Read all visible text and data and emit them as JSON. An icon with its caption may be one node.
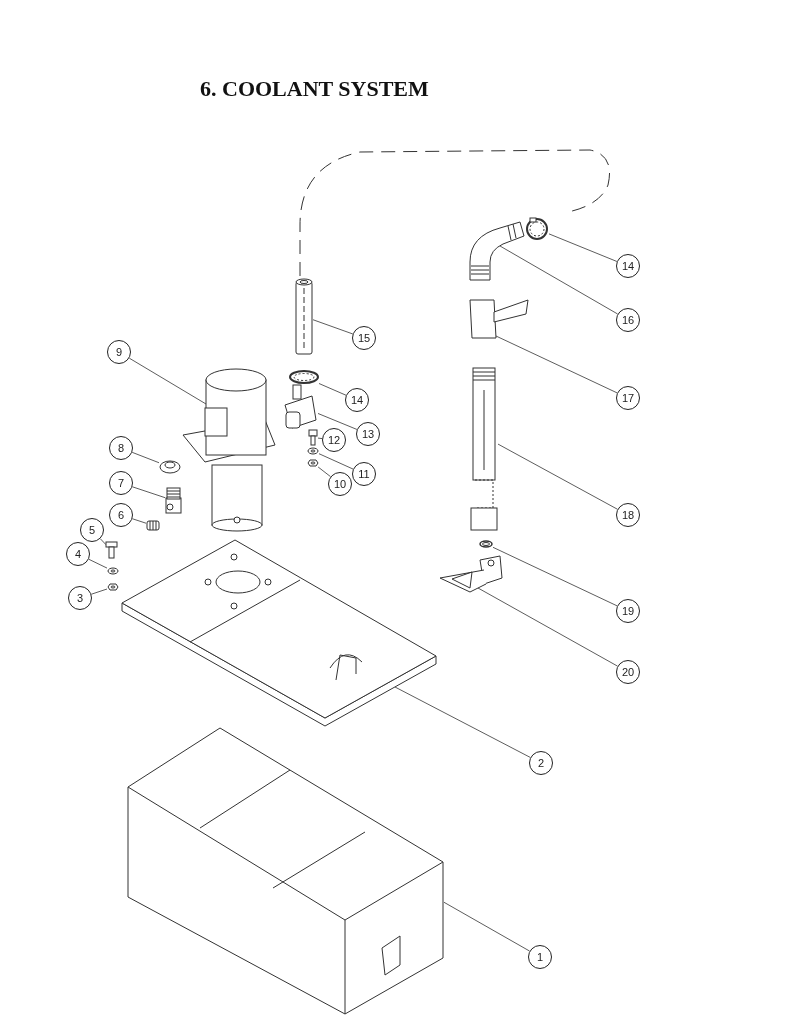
{
  "diagram": {
    "title": "6. COOLANT SYSTEM",
    "nodes": [
      {
        "text": [
          "14"
        ]
      },
      {
        "text": [
          "16"
        ]
      },
      {
        "text": [
          "15"
        ]
      },
      {
        "text": [
          "9"
        ]
      },
      {
        "text": [
          "17"
        ]
      },
      {
        "text": [
          "14"
        ]
      },
      {
        "text": [
          "13"
        ]
      },
      {
        "text": [
          "12"
        ]
      },
      {
        "text": [
          "11"
        ]
      },
      {
        "text": [
          "10"
        ]
      },
      {
        "text": [
          "8"
        ]
      },
      {
        "text": [
          "7"
        ]
      },
      {
        "text": [
          "6"
        ]
      },
      {
        "text": [
          "18"
        ]
      },
      {
        "text": [
          "5"
        ]
      },
      {
        "text": [
          "4"
        ]
      },
      {
        "text": [
          "3"
        ]
      },
      {
        "text": [
          "19"
        ]
      },
      {
        "text": [
          "20"
        ]
      },
      {
        "text": [
          "2"
        ]
      },
      {
        "text": [
          "1"
        ]
      },
      {
        "text": [],
        "shape": "picture"
      },
      {
        "text": [],
        "shape": "picture"
      },
      {
        "text": [],
        "shape": "picture"
      },
      {
        "text": [],
        "shape": "picture"
      },
      {
        "text": [],
        "shape": "picture"
      },
      {
        "text": [],
        "shape": "picture"
      },
      {
        "text": [],
        "shape": "picture"
      },
      {
        "text": [],
        "shape": "picture"
      },
      {
        "text": [],
        "shape": "picture"
      },
      {
        "text": [],
        "shape": "picture"
      },
      {
        "text": [],
        "shape": "picture"
      },
      {
        "text": [],
        "shape": "picture"
      },
      {
        "text": [],
        "shape": "picture"
      },
      {
        "text": [],
        "shape": "picture"
      },
      {
        "text": [],
        "shape": "picture"
      },
      {
        "text": [],
        "shape": "picture"
      },
      {
        "text": [],
        "shape": "picture"
      },
      {
        "text": [],
        "shape": "picture"
      },
      {
        "text": [],
        "shape": "picture"
      },
      {
        "text": [],
        "shape": "picture"
      },
      {
        "text": [],
        "shape": "picture"
      }
    ],
    "edges": [
      {
        "from": 0,
        "to": 21,
        "arrow": "none"
      },
      {
        "from": 1,
        "to": 22,
        "arrow": "none"
      },
      {
        "from": 2,
        "to": 23,
        "arrow": "none"
      },
      {
        "from": 3,
        "to": 24,
        "arrow": "none"
      },
      {
        "from": 4,
        "to": 25,
        "arrow": "none"
      },
      {
        "from": 5,
        "to": 26,
        "arrow": "none"
      },
      {
        "from": 6,
        "to": 27,
        "arrow": "none"
      },
      {
        "from": 7,
        "to": 28,
        "arrow": "none"
      },
      {
        "from": 8,
        "to": 29,
        "arrow": "none"
      },
      {
        "from": 9,
        "to": 30,
        "arrow": "none"
      },
      {
        "from": 10,
        "to": 31,
        "arrow": "none"
      },
      {
        "from": 11,
        "to": 32,
        "arrow": "none"
      },
      {
        "from": 12,
        "to": 33,
        "arrow": "none"
      },
      {
        "from": 13,
        "to": 34,
        "arrow": "none"
      },
      {
        "from": 14,
        "to": 35,
        "arrow": "none"
      },
      {
        "from": 15,
        "to": 36,
        "arrow": "none"
      },
      {
        "from": 16,
        "to": 37,
        "arrow": "none"
      },
      {
        "from": 17,
        "to": 38,
        "arrow": "none"
      },
      {
        "from": 18,
        "to": 39,
        "arrow": "none"
      },
      {
        "from": 19,
        "to": 40,
        "arrow": "none"
      },
      {
        "from": 20,
        "to": 41,
        "arrow": "none"
      }
    ]
  }
}
